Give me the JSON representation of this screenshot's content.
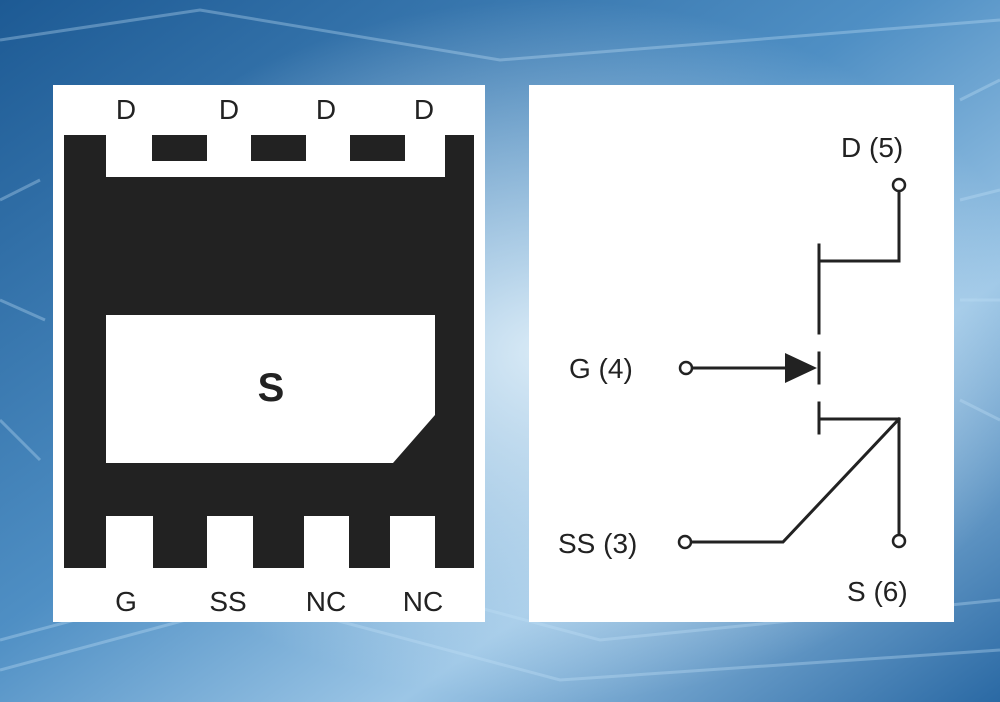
{
  "package": {
    "top_pins": [
      "D",
      "D",
      "D",
      "D"
    ],
    "pad_label": "S",
    "bottom_pins": [
      "G",
      "SS",
      "NC",
      "NC"
    ]
  },
  "schematic": {
    "drain_label": "D (5)",
    "gate_label": "G (4)",
    "sense_source_label": "SS (3)",
    "source_label": "S (6)"
  },
  "colors": {
    "package_body": "#222222",
    "panel": "#ffffff",
    "wire": "#222222",
    "background": "#2f6fa8"
  }
}
